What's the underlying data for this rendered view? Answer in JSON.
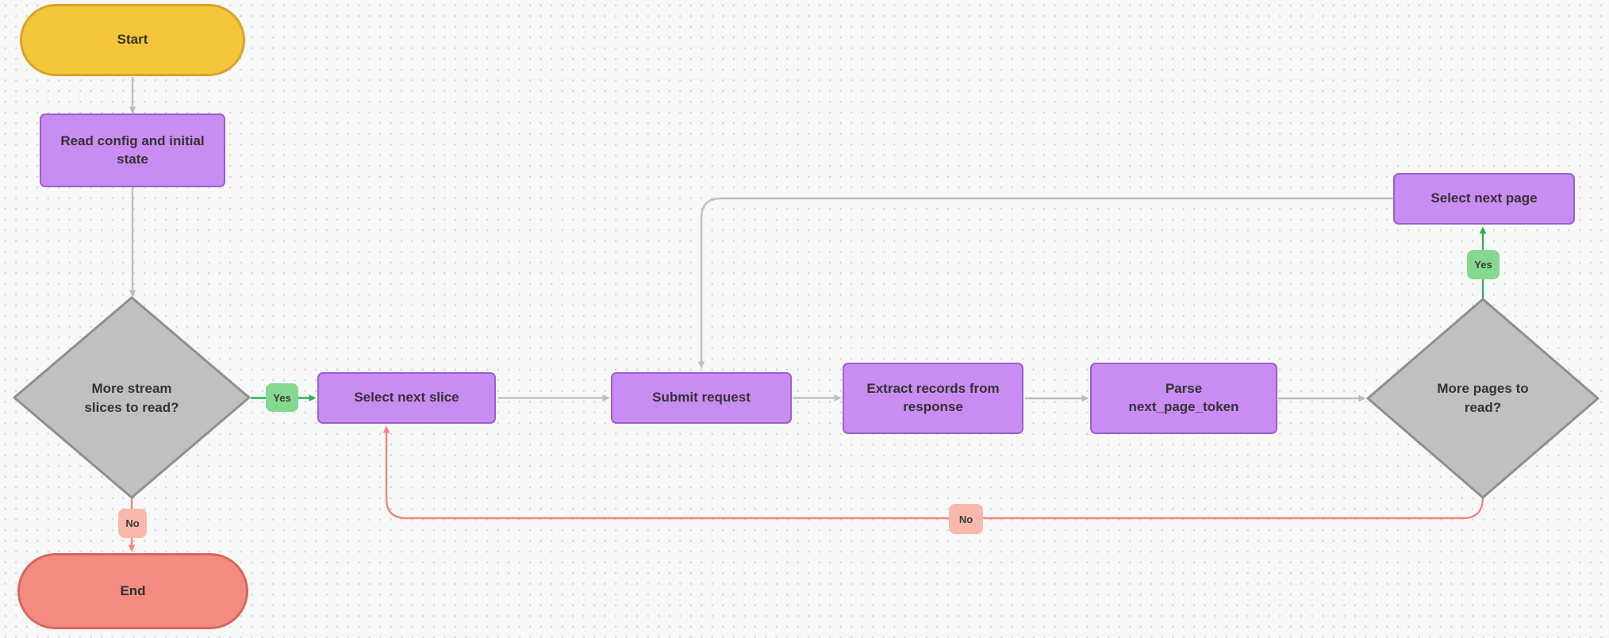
{
  "nodes": {
    "start": {
      "label": "Start",
      "type": "terminator"
    },
    "read_config": {
      "label": "Read config and initial\nstate",
      "type": "process"
    },
    "more_slices": {
      "label": "More stream\nslices to read?",
      "type": "decision"
    },
    "select_next_slice": {
      "label": "Select next slice",
      "type": "process"
    },
    "submit_request": {
      "label": "Submit request",
      "type": "process"
    },
    "extract_records": {
      "label": "Extract records from\nresponse",
      "type": "process"
    },
    "parse_token": {
      "label": "Parse\nnext_page_token",
      "type": "process"
    },
    "more_pages": {
      "label": "More pages to\nread?",
      "type": "decision"
    },
    "select_next_page": {
      "label": "Select next page",
      "type": "process"
    },
    "end": {
      "label": "End",
      "type": "terminator"
    }
  },
  "edge_labels": {
    "more_slices_yes": "Yes",
    "more_slices_no": "No",
    "more_pages_yes": "Yes",
    "more_pages_no": "No"
  },
  "colors": {
    "canvas_bg": "#F7F8F8",
    "grid_dot": "#D7D7D7",
    "process_fill": "#C98CF2",
    "process_border": "#9C60CC",
    "start_fill": "#F5C53A",
    "start_border": "#D9A42C",
    "end_fill": "#F48B80",
    "end_border": "#D6675D",
    "decision_fill": "#C0C0C0",
    "decision_border": "#8F8F8F",
    "yes_badge_fill": "#84D88F",
    "no_badge_fill": "#F9B8AC",
    "edge_gray": "#C0C0C0",
    "edge_green": "#33B054",
    "edge_red": "#F2857C",
    "text": "#333333"
  }
}
